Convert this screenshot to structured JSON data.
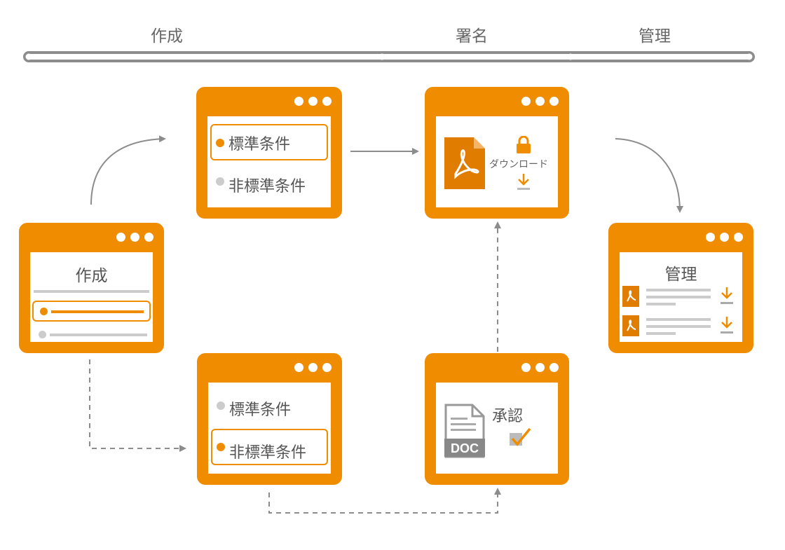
{
  "timeline": {
    "phases": [
      {
        "label": "作成"
      },
      {
        "label": "署名"
      },
      {
        "label": "管理"
      }
    ]
  },
  "windows": {
    "create": {
      "title": "作成"
    },
    "standard_top": {
      "options": [
        {
          "label": "標準条件",
          "selected": true
        },
        {
          "label": "非標準条件",
          "selected": false
        }
      ]
    },
    "nonstandard_bottom": {
      "options": [
        {
          "label": "標準条件",
          "selected": false
        },
        {
          "label": "非標準条件",
          "selected": true
        }
      ]
    },
    "sign": {
      "download_label": "ダウンロード",
      "icon": "pdf-icon"
    },
    "approve": {
      "label": "承認",
      "doc_label": "DOC"
    },
    "manage": {
      "title": "管理",
      "items": [
        {
          "icon": "pdf-icon",
          "action": "download-icon"
        },
        {
          "icon": "pdf-icon",
          "action": "download-icon"
        }
      ]
    }
  },
  "colors": {
    "accent": "#f08c00",
    "gray": "#8c8c8c",
    "light_gray": "#cccccc",
    "text": "#555555"
  }
}
